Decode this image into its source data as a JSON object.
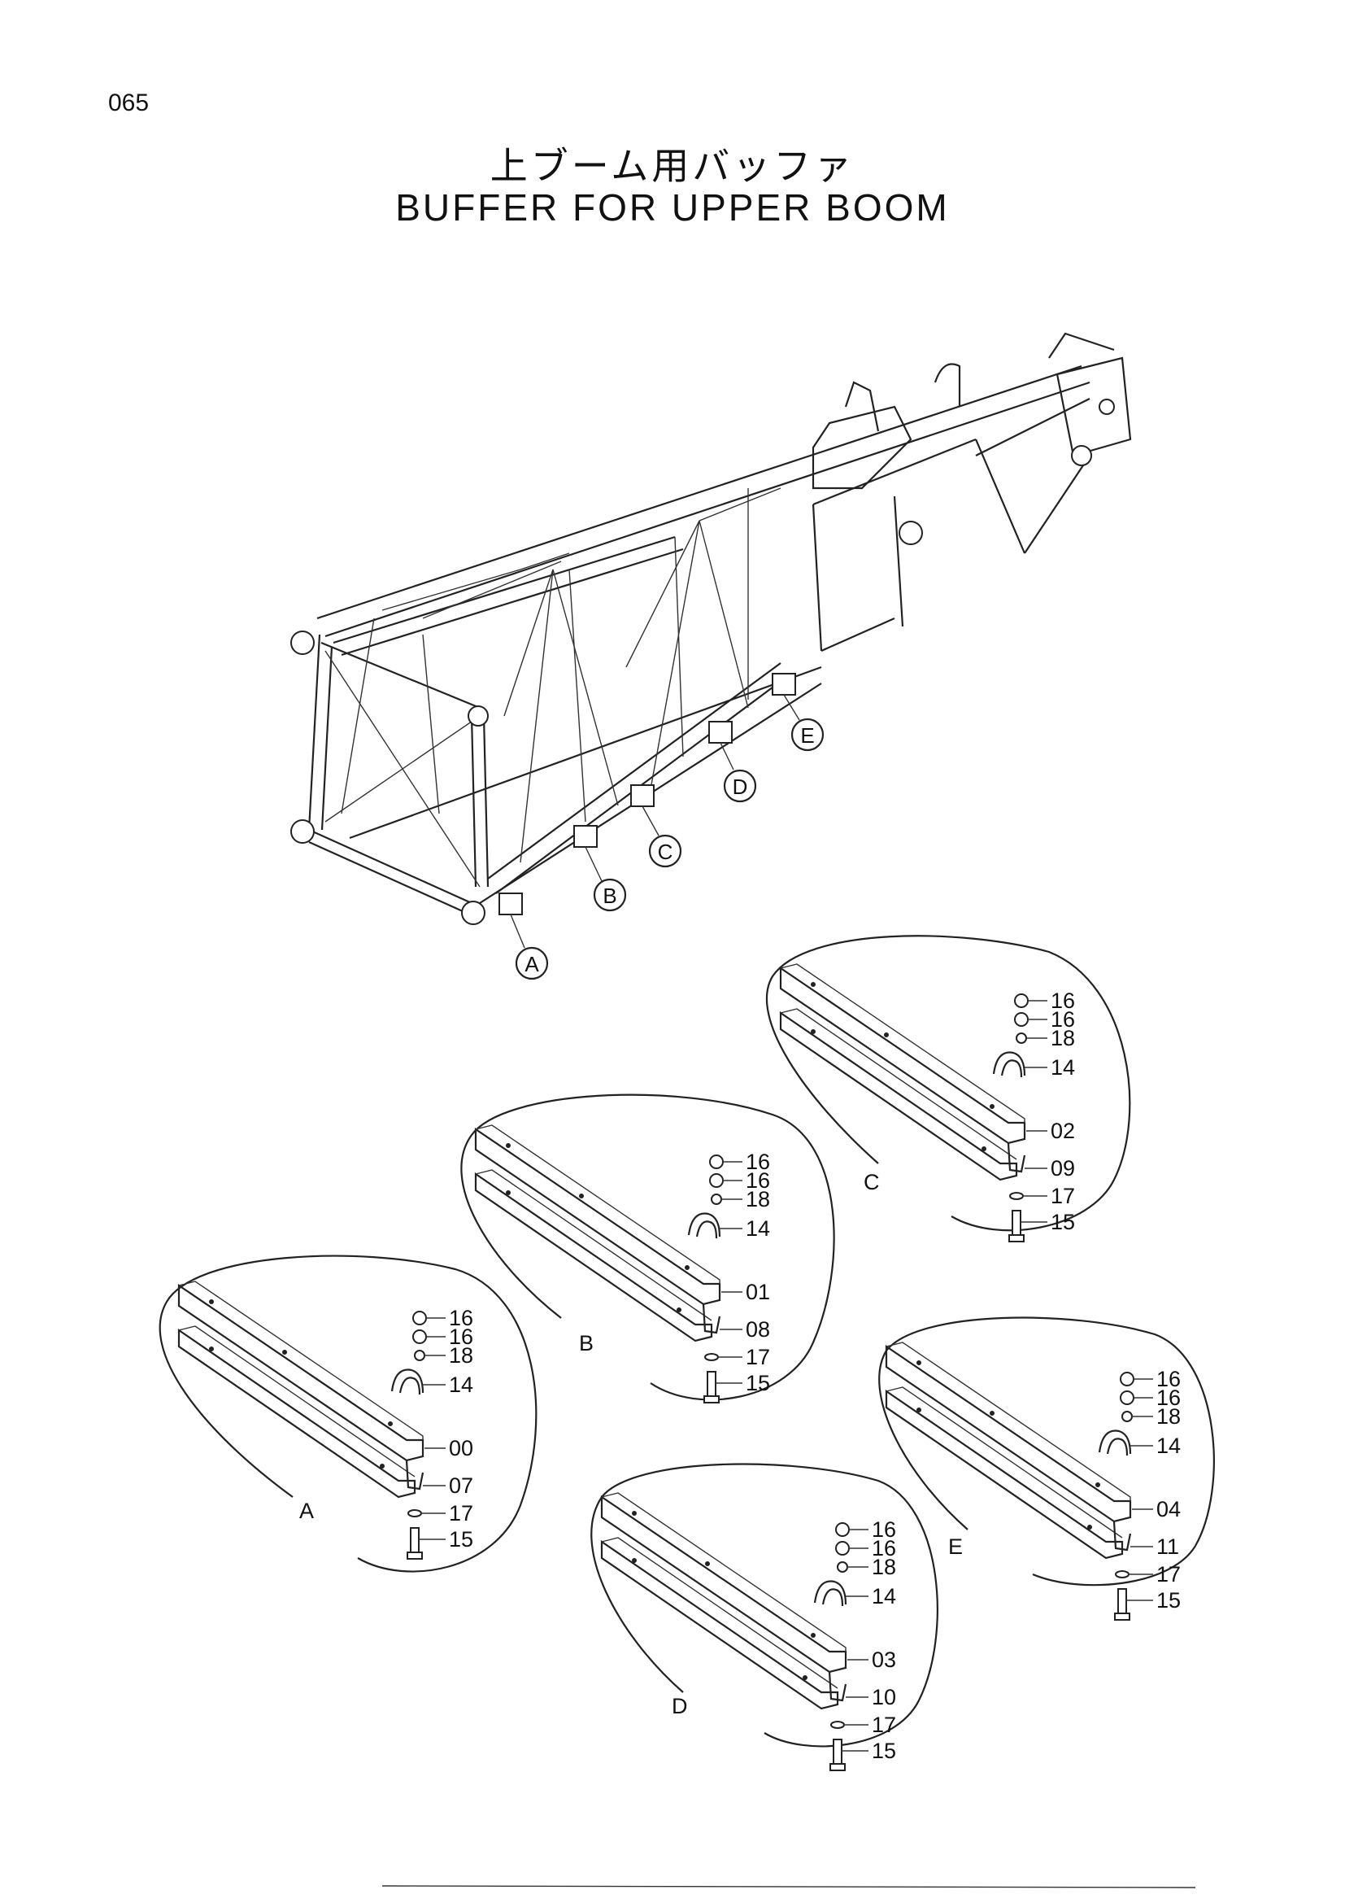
{
  "page": {
    "number": "065"
  },
  "title": {
    "japanese": "上ブーム用バッファ",
    "english": "BUFFER FOR UPPER BOOM"
  },
  "callouts": [
    "A",
    "B",
    "C",
    "D",
    "E"
  ],
  "details": [
    {
      "letter": "A",
      "parts": [
        "16",
        "16",
        "18",
        "14",
        "00",
        "07",
        "17",
        "15"
      ]
    },
    {
      "letter": "B",
      "parts": [
        "16",
        "16",
        "18",
        "14",
        "01",
        "08",
        "17",
        "15"
      ]
    },
    {
      "letter": "C",
      "parts": [
        "16",
        "16",
        "18",
        "14",
        "02",
        "09",
        "17",
        "15"
      ]
    },
    {
      "letter": "D",
      "parts": [
        "16",
        "16",
        "18",
        "14",
        "03",
        "10",
        "17",
        "15"
      ]
    },
    {
      "letter": "E",
      "parts": [
        "16",
        "16",
        "18",
        "14",
        "04",
        "11",
        "17",
        "15"
      ]
    }
  ]
}
